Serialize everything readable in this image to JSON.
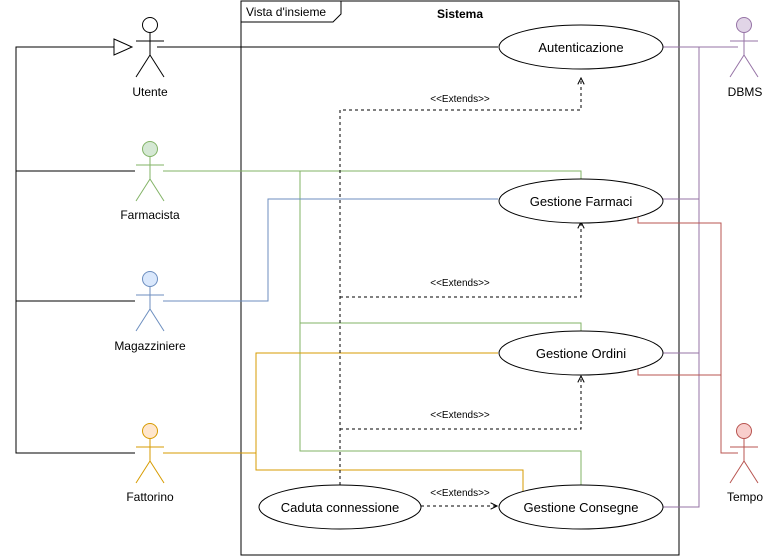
{
  "frame": {
    "tab_label": "Vista d'insieme",
    "title": "Sistema"
  },
  "actors": {
    "utente": {
      "name": "Utente",
      "color": "#000000",
      "fill": "#ffffff"
    },
    "farmacista": {
      "name": "Farmacista",
      "color": "#82b366",
      "fill": "#d5e8d4"
    },
    "magazziniere": {
      "name": "Magazziniere",
      "color": "#6c8ebf",
      "fill": "#dae8fc"
    },
    "fattorino": {
      "name": "Fattorino",
      "color": "#d79b00",
      "fill": "#ffe6cc"
    },
    "dbms": {
      "name": "DBMS",
      "color": "#9673a6",
      "fill": "#e1d5e7"
    },
    "tempo": {
      "name": "Tempo",
      "color": "#b85450",
      "fill": "#f8cecc"
    }
  },
  "use_cases": {
    "autenticazione": "Autenticazione",
    "gestione_farmaci": "Gestione Farmaci",
    "gestione_ordini": "Gestione Ordini",
    "gestione_consegne": "Gestione Consegne",
    "caduta_connessione": "Caduta connessione"
  },
  "relations": {
    "extends_label": "<<Extends>>"
  }
}
